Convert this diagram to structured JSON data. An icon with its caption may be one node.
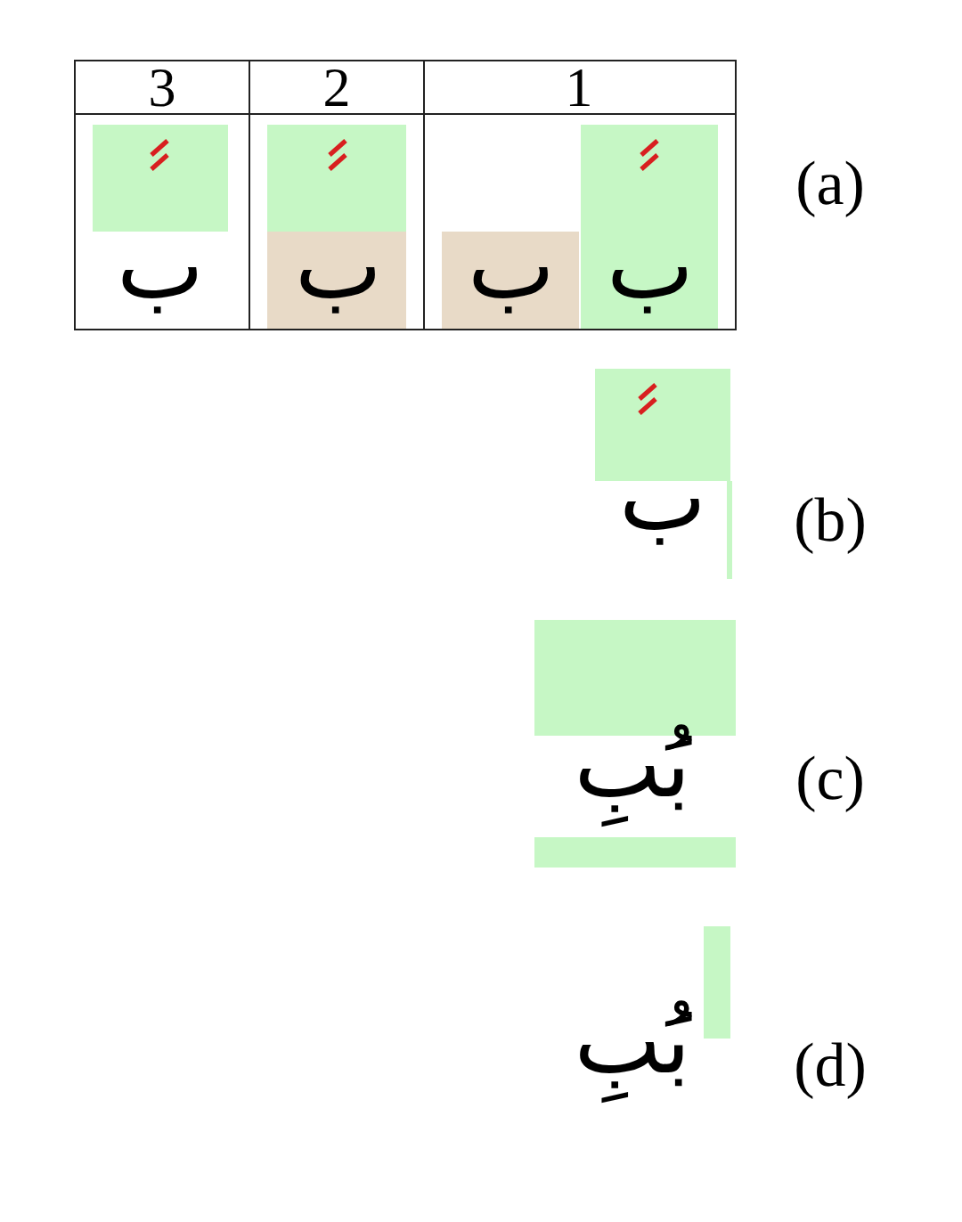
{
  "diagram": {
    "labels": [
      "3",
      "2",
      "1",
      "ب",
      "ب",
      "ب",
      "ب",
      "(a)",
      "ب",
      "(b)",
      "بَُبِ",
      "(c)",
      "بَُبِ",
      "(d)"
    ]
  }
}
